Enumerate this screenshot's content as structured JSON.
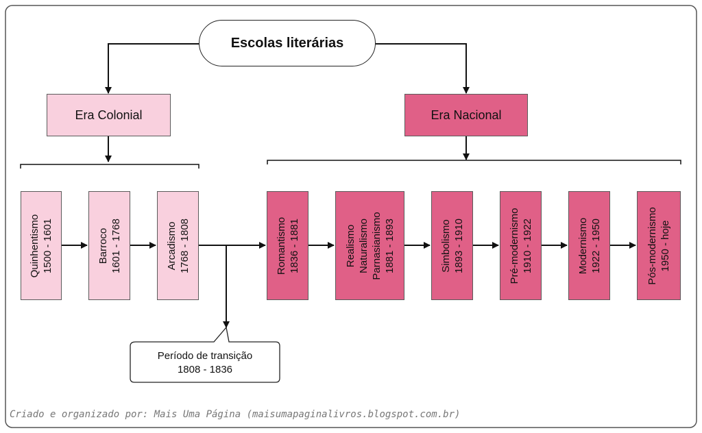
{
  "title": "Escolas literárias",
  "eras": {
    "colonial": "Era Colonial",
    "nacional": "Era Nacional"
  },
  "colonial_schools": [
    {
      "lines": [
        "Quinhentismo",
        "1500 - 1601"
      ]
    },
    {
      "lines": [
        "Barroco",
        "1601 - 1768"
      ]
    },
    {
      "lines": [
        "Arcadismo",
        "1768 - 1808"
      ]
    }
  ],
  "nacional_schools": [
    {
      "lines": [
        "Romantismo",
        "1836 - 1881"
      ]
    },
    {
      "lines": [
        "Realismo",
        "Naturalismo",
        "Parnasianismo",
        "1881 - 1893"
      ]
    },
    {
      "lines": [
        "Simbolismo",
        "1893 - 1910"
      ]
    },
    {
      "lines": [
        "Pré-modernismo",
        "1910 - 1922"
      ]
    },
    {
      "lines": [
        "Modernismo",
        "1922 - 1950"
      ]
    },
    {
      "lines": [
        "Pós-modernismo",
        "1950 - hoje"
      ]
    }
  ],
  "transition": {
    "label": "Período de transição",
    "dates": "1808 - 1836"
  },
  "credit": "Criado e organizado por: Mais Uma Página (maisumapaginalivros.blogspot.com.br)",
  "colors": {
    "colonial_fill": "#f9d0de",
    "nacional_fill": "#e06087",
    "stroke": "#111111"
  }
}
